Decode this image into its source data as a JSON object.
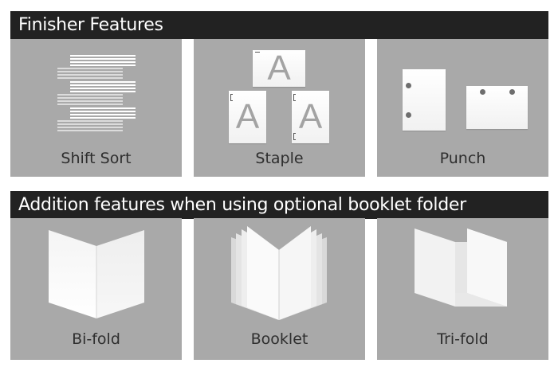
{
  "sections": [
    {
      "title": "Finisher Features",
      "items": [
        {
          "label": "Shift Sort",
          "icon": "shift-sort-icon"
        },
        {
          "label": "Staple",
          "icon": "staple-icon",
          "page_letter": "A"
        },
        {
          "label": "Punch",
          "icon": "punch-icon"
        }
      ]
    },
    {
      "title": "Addition features when using optional booklet folder",
      "items": [
        {
          "label": "Bi-fold",
          "icon": "bi-fold-icon"
        },
        {
          "label": "Booklet",
          "icon": "booklet-icon"
        },
        {
          "label": "Tri-fold",
          "icon": "tri-fold-icon"
        }
      ]
    }
  ],
  "colors": {
    "header_bg": "#222222",
    "header_text": "#ffffff",
    "panel_bg": "#a9a9a9",
    "label_text": "#2e2e2e"
  }
}
